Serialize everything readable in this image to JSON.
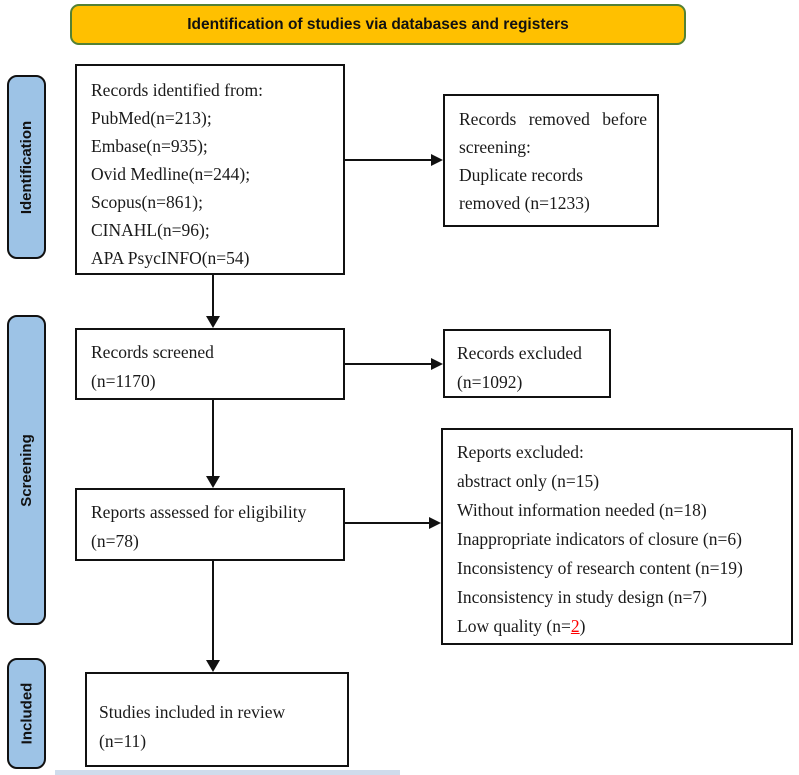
{
  "header": {
    "label": "Identification of studies via databases and registers"
  },
  "sidebar": {
    "identification": "Identification",
    "screening": "Screening",
    "included": "Included"
  },
  "boxes": {
    "records_identified": {
      "lines": [
        "Records identified from:",
        "PubMed(n=213);",
        "Embase(n=935);",
        "Ovid Medline(n=244);",
        "Scopus(n=861);",
        "CINAHL(n=96);",
        "APA PsycINFO(n=54)"
      ]
    },
    "records_removed": {
      "lines": [
        "Records removed before",
        "screening:",
        "Duplicate records",
        "removed (n=1233)"
      ]
    },
    "records_screened": {
      "lines": [
        "Records screened",
        "(n=1170)"
      ]
    },
    "records_excluded": {
      "lines": [
        "Records excluded",
        "(n=1092)"
      ]
    },
    "reports_assessed": {
      "lines": [
        "Reports assessed for eligibility",
        "(n=78)"
      ]
    },
    "reports_excluded": {
      "title": "Reports excluded:",
      "lines": [
        "abstract only (n=15)",
        "Without information needed (n=18)",
        "Inappropriate indicators of closure (n=6)",
        "Inconsistency of research content (n=19)",
        "Inconsistency in study design (n=7)"
      ],
      "low_quality": {
        "prefix": "Low quality (n=",
        "value": "2",
        "suffix": ")"
      }
    },
    "studies_included": {
      "lines": [
        "Studies included in review",
        "(n=11)"
      ]
    }
  },
  "colors": {
    "banner_fill": "#FFC000",
    "banner_border": "#538135",
    "stage_fill": "#9DC3E6",
    "highlight_red": "#FF0000",
    "line_black": "#111111"
  }
}
